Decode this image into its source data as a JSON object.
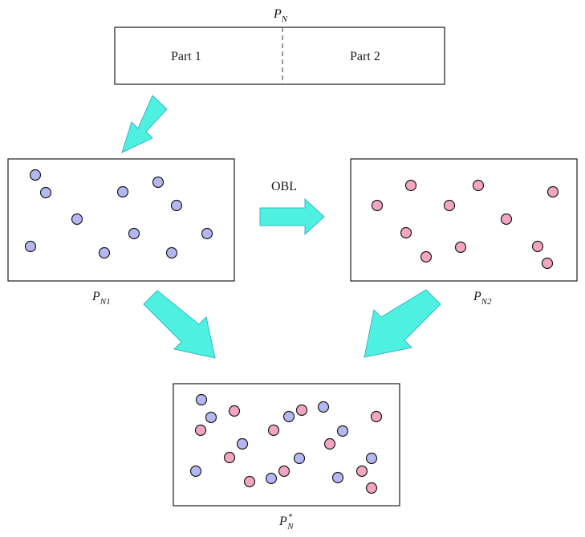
{
  "colors": {
    "arrow_fill": "#4ef0e0",
    "arrow_stroke": "#3ab7c9",
    "blue_dot": "#b5b8f0",
    "pink_dot": "#f2a6c4",
    "outline": "#1a1a1a"
  },
  "top_population": {
    "label_main": "P",
    "label_sub": "N",
    "part1_label": "Part 1",
    "part2_label": "Part 2"
  },
  "obl_label": "OBL",
  "left_population": {
    "label_main": "P",
    "label_sub": "N1",
    "dot_color": "blue"
  },
  "right_population": {
    "label_main": "P",
    "label_sub": "N2",
    "dot_color": "pink"
  },
  "merged_population": {
    "label_main": "P",
    "label_sup": "*",
    "label_sub": "N"
  },
  "icons": [
    "down-left-arrow-icon",
    "right-arrow-icon",
    "down-right-arrow-icon"
  ]
}
